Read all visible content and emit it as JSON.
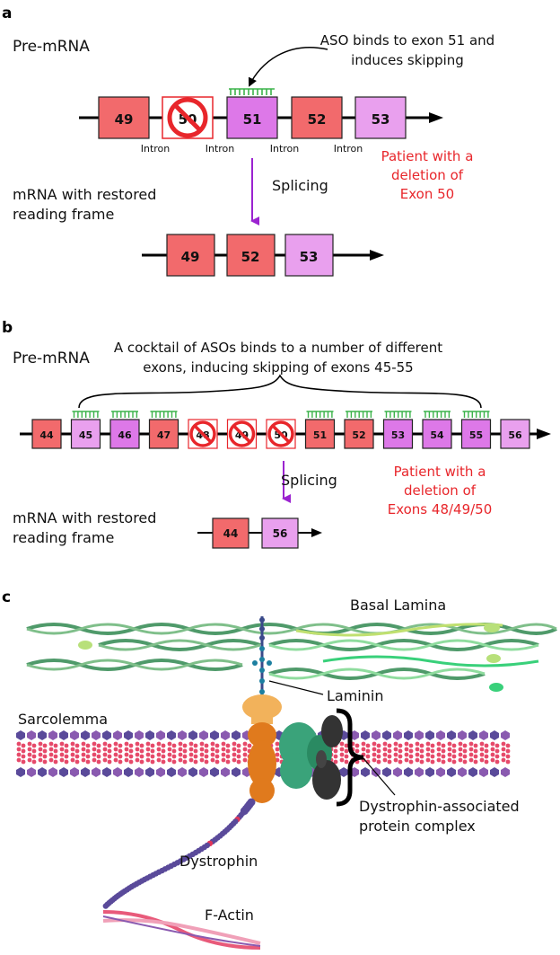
{
  "panel_a": {
    "letter": "a",
    "pre_label": "Pre-mRNA",
    "aso_note": [
      "ASO binds to exon 51 and",
      "induces skipping"
    ],
    "pre_exons": [
      "49",
      "50",
      "51",
      "52",
      "53"
    ],
    "intron_label": "Intron",
    "splicing_label": "Splicing",
    "mrna_label": [
      "mRNA with restored",
      "reading frame"
    ],
    "mrna_exons": [
      "49",
      "52",
      "53"
    ],
    "patient_note": [
      "Patient with a",
      "deletion of",
      "Exon 50"
    ]
  },
  "panel_b": {
    "letter": "b",
    "pre_label": "Pre-mRNA",
    "cocktail_note": [
      "A cocktail of ASOs binds to a number of different",
      "exons, inducing skipping of exons 45-55"
    ],
    "pre_exons": [
      "44",
      "45",
      "46",
      "47",
      "48",
      "49",
      "50",
      "51",
      "52",
      "53",
      "54",
      "55",
      "56"
    ],
    "splicing_label": "Splicing",
    "mrna_label": [
      "mRNA with restored",
      "reading frame"
    ],
    "mrna_exons": [
      "44",
      "56"
    ],
    "patient_note": [
      "Patient with a",
      "deletion of",
      "Exons 48/49/50"
    ]
  },
  "panel_c": {
    "letter": "c",
    "basal_lamina": "Basal Lamina",
    "laminin": "Laminin",
    "sarcolemma": "Sarcolemma",
    "dystrophin": "Dystrophin",
    "f_actin": "F-Actin",
    "dapc_label": [
      "Dystrophin-associated",
      "protein complex"
    ]
  },
  "colors": {
    "exon_red": "#f26a6c",
    "exon_pink": "#e9a0ee",
    "exon_magenta": "#dd78e8",
    "aso_green": "#3bb34a",
    "deleted_red": "#e8262b",
    "arrow_purple": "#9b23d0",
    "note_red": "#e8262b"
  }
}
